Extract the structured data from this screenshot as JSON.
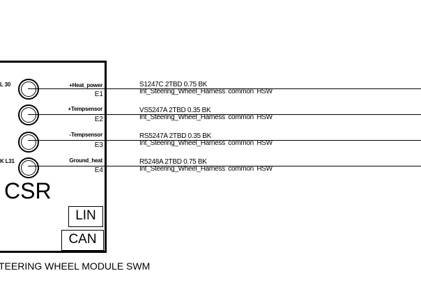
{
  "module": {
    "name": "CSR",
    "caption": "TEERING WHEEL MODULE SWM",
    "bus": [
      "LIN",
      "CAN"
    ]
  },
  "pins": [
    {
      "kl": "L 30",
      "signal": "+Heat_power",
      "id": "E1",
      "wire_spec": "S1247C  2TBD 0.75 BK",
      "harness": "Int_Steering_Wheel_Harness  common   HSW"
    },
    {
      "kl": "",
      "signal": "+Tempsensor",
      "id": "E2",
      "wire_spec": "VS5247A  2TBD 0.35 BK",
      "harness": "Int_Steering_Wheel_Harness  common   HSW"
    },
    {
      "kl": "",
      "signal": "-Tempsensor",
      "id": "E3",
      "wire_spec": "RS5247A  2TBD 0.35 BK",
      "harness": "Int_Steering_Wheel_Harness  common   HSW"
    },
    {
      "kl": "K L31",
      "signal": "Ground_heat",
      "id": "E4",
      "wire_spec": "R5248A  2TBD 0.75 BK",
      "harness": "Int_Steering_Wheel_Harness  common   HSW"
    }
  ]
}
